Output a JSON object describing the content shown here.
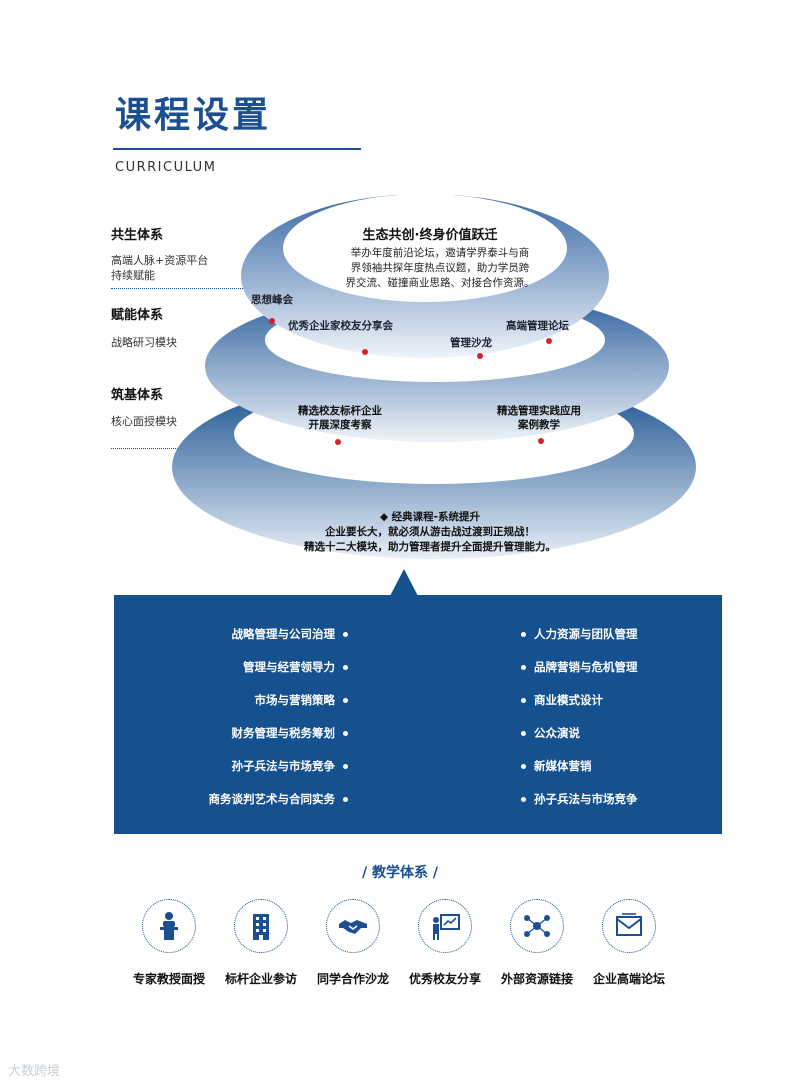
{
  "header": {
    "title": "课程设置",
    "subtitle": "CURRICULUM"
  },
  "tiers": [
    {
      "name": "共生体系",
      "desc_lines": [
        "高端人脉+资源平台",
        "持续赋能"
      ]
    },
    {
      "name": "赋能体系",
      "desc_lines": [
        "战略研习模块"
      ]
    },
    {
      "name": "筑基体系",
      "desc_lines": [
        "核心面授模块"
      ]
    }
  ],
  "pyramid": {
    "top": {
      "heading": "生态共创·终身价值跃迁",
      "lines": [
        "举办年度前沿论坛，邀请学界泰斗与商",
        "界领袖共探年度热点议题，助力学员跨",
        "界交流、碰撞商业思路、对接合作资源。"
      ]
    },
    "middle_nodes": [
      "思想峰会",
      "优秀企业家校友分享会",
      "管理沙龙",
      "高端管理论坛"
    ],
    "lower_nodes": [
      [
        "精选校友标杆企业",
        "开展深度考察"
      ],
      [
        "精选管理实践应用",
        "案例教学"
      ]
    ],
    "base": {
      "lines": [
        "◆ 经典课程-系统提升",
        "企业要长大，就必须从游击战过渡到正规战！",
        "精选十二大模块，助力管理者提升全面提升管理能力。"
      ]
    }
  },
  "courses": {
    "left": [
      "战略管理与公司治理",
      "管理与经营领导力",
      "市场与营销策略",
      "财务管理与税务筹划",
      "孙子兵法与市场竞争",
      "商务谈判艺术与合同实务"
    ],
    "right": [
      "人力资源与团队管理",
      "品牌营销与危机管理",
      "商业模式设计",
      "公众演说",
      "新媒体营销",
      "孙子兵法与市场竞争"
    ]
  },
  "teaching": {
    "heading": "/  教学体系  /",
    "items": [
      {
        "label": "专家教授面授",
        "icon": "lecturer-podium-icon"
      },
      {
        "label": "标杆企业参访",
        "icon": "building-icon"
      },
      {
        "label": "同学合作沙龙",
        "icon": "handshake-icon"
      },
      {
        "label": "优秀校友分享",
        "icon": "presentation-board-icon"
      },
      {
        "label": "外部资源链接",
        "icon": "network-people-icon"
      },
      {
        "label": "企业高端论坛",
        "icon": "mail-envelope-icon"
      }
    ]
  },
  "watermark": "大数跨境",
  "colors": {
    "brand_blue": "#15508f",
    "title_blue": "#1b4f91",
    "accent_red": "#d3232a"
  }
}
